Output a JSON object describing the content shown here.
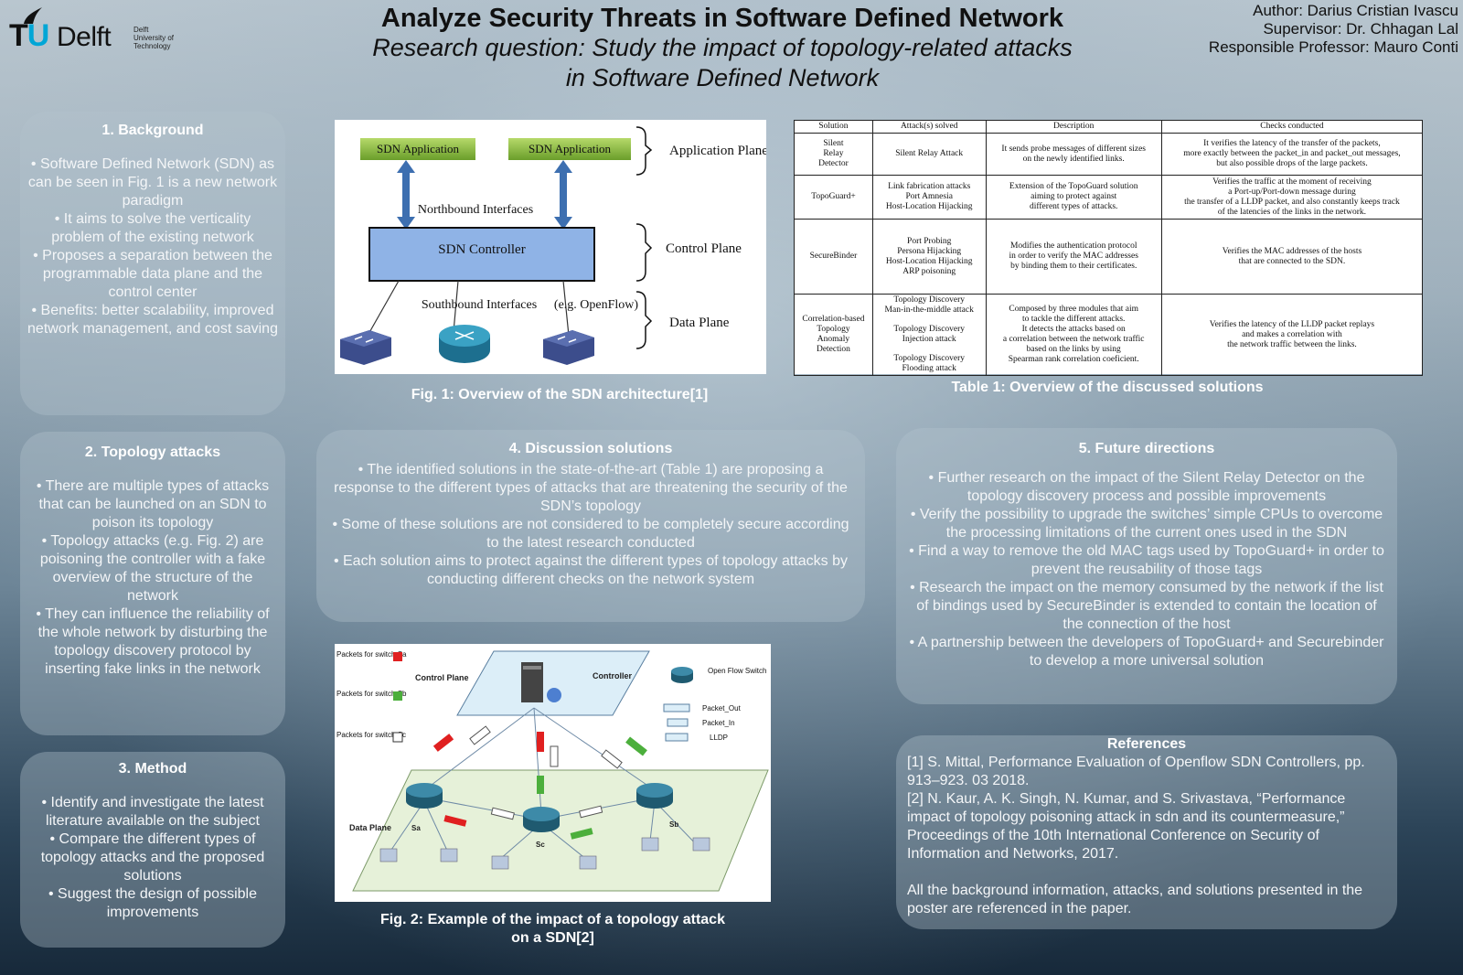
{
  "logo": {
    "main_t": "T",
    "main_u": "U",
    "main_delft": "Delft",
    "sub": [
      "Delft",
      "University of",
      "Technology"
    ]
  },
  "title": "Analyze Security Threats in Software Defined Network",
  "subtitle_line1": "Research question: Study the impact of topology-related attacks",
  "subtitle_line2": "in Software Defined Network",
  "authors": {
    "author": "Author: Darius Cristian Ivascu",
    "supervisor": "Supervisor: Dr. Chhagan Lal",
    "professor": "Responsible Professor: Mauro Conti"
  },
  "background": {
    "heading": "1. Background",
    "items": [
      "Software Defined Network (SDN) as can be seen in  Fig. 1 is a new network paradigm",
      "It aims to solve the verticality problem of the existing network",
      "Proposes a separation between the programmable data plane and the control center",
      "Benefits: better scalability, improved network management, and cost saving"
    ]
  },
  "topology": {
    "heading": "2. Topology attacks",
    "items": [
      "There are multiple types of attacks that can be launched on an SDN to poison its topology",
      "Topology attacks (e.g. Fig. 2) are poisoning the controller with a fake overview of the structure of the network",
      "They can influence the reliability of the whole network by disturbing the topology discovery protocol by inserting fake links in the network"
    ]
  },
  "method": {
    "heading": "3. Method",
    "items": [
      "Identify and investigate the latest literature available on the subject",
      "Compare the different types of topology attacks and the proposed solutions",
      "Suggest the design of possible improvements"
    ]
  },
  "discussion": {
    "heading": "4. Discussion solutions",
    "items": [
      "The identified solutions in the state-of-the-art (Table 1) are proposing a response to the different types of attacks that are threatening the security of the SDN’s topology",
      "Some of these solutions are not considered to be completely secure according to the latest research conducted",
      "Each solution aims to protect against the different types of topology attacks by conducting different checks on the network system"
    ]
  },
  "future": {
    "heading": "5. Future directions",
    "items": [
      "Further research on the impact of the Silent Relay Detector on the topology discovery process and possible improvements",
      "Verify the possibility to upgrade the switches’ simple CPUs to overcome the processing limitations of the current ones used in the SDN",
      "Find a way to remove the old MAC tags used by TopoGuard+ in order to prevent the reusability of those tags",
      "Research the impact on the memory consumed by the network if the list of bindings used by SecureBinder is extended to contain the location of the connection of the host",
      "A partnership between the developers of TopoGuard+ and Securebinder to develop a more universal solution"
    ]
  },
  "references": {
    "heading": "References",
    "ref1": "[1] S. Mittal, Performance Evaluation of Openflow SDN Controllers, pp. 913–923. 03 2018.",
    "ref2": "[2] N. Kaur, A. K. Singh, N. Kumar, and S. Srivastava, “Performance impact of topology poisoning attack in sdn and its countermeasure,” Proceedings of the 10th International Conference on Security of Information and Networks, 2017.",
    "note": "All the background information, attacks, and solutions presented in the poster are referenced in the paper."
  },
  "fig1": {
    "caption": "Fig. 1: Overview of the SDN architecture[1]",
    "app1": "SDN Application",
    "app2": "SDN Application",
    "app_plane": "Application Plane",
    "northbound": "Northbound Interfaces",
    "controller": "SDN Controller",
    "control_plane": "Control Plane",
    "southbound": "Southbound Interfaces",
    "openflow": "(e.g. OpenFlow)",
    "data_plane": "Data Plane"
  },
  "fig2": {
    "caption_line1": "Fig. 2: Example of the impact of a topology attack",
    "caption_line2": "on a SDN[2]",
    "legend_sa": "Packets for switch Sa",
    "legend_sb": "Packets for switch Sb",
    "legend_sc": "Packets for switch Sc",
    "control_plane": "Control Plane",
    "controller": "Controller",
    "data_plane": "Data Plane",
    "openflow_switch": "Open Flow Switch",
    "packet_out": "Packet_Out",
    "packet_in": "Packet_In",
    "lldp": "LLDP",
    "sa": "Sa",
    "sb": "Sb",
    "sc": "Sc"
  },
  "table": {
    "caption": "Table 1: Overview of the discussed solutions",
    "headers": [
      "Solution",
      "Attack(s) solved",
      "Description",
      "Checks conducted"
    ],
    "rows": [
      {
        "solution": [
          "Silent",
          "Relay",
          "Detector"
        ],
        "attacks": [
          "Silent Relay Attack"
        ],
        "description": [
          "It sends probe messages of different sizes",
          "on the newly identified links."
        ],
        "checks": [
          "It verifies the latency of the transfer of the packets,",
          "more exactly between the packet_in and packet_out messages,",
          "but also possible drops of the large packets."
        ]
      },
      {
        "solution": [
          "TopoGuard+"
        ],
        "attacks": [
          "Link fabrication attacks",
          "Port Amnesia",
          "Host-Location Hijacking"
        ],
        "description": [
          "Extension of the TopoGuard solution",
          "aiming to protect against",
          "different types of attacks."
        ],
        "checks": [
          "Verifies the traffic at the moment of receiving",
          "a Port-up/Port-down message during",
          "the transfer of a LLDP packet, and also constantly keeps track",
          "of the latencies of the links in the network."
        ]
      },
      {
        "solution": [
          "SecureBinder"
        ],
        "attacks": [
          "Port Probing",
          "Persona Hijacking",
          "Host-Location Hijacking",
          "ARP poisoning"
        ],
        "description": [
          "Modifies the authentication protocol",
          "in order to verify the MAC addresses",
          "by binding them to their certificates."
        ],
        "checks": [
          "Verifies the MAC addresses of the hosts",
          "that are connected to the SDN."
        ]
      },
      {
        "solution": [
          "Correlation-based",
          "Topology",
          "Anomaly",
          "Detection"
        ],
        "attacks": [
          "Topology Discovery",
          "Man-in-the-middle attack",
          "",
          "Topology Discovery",
          "Injection attack",
          "",
          "Topology Discovery",
          "Flooding attack"
        ],
        "description": [
          "Composed by three modules that aim",
          "to tackle the different attacks.",
          "It detects the attacks based on",
          "a correlation between the network traffic",
          "based on the links by using",
          "Spearman rank correlation coeficient."
        ],
        "checks": [
          "Verifies the latency of the LLDP packet replays",
          "and makes a correlation with",
          "the network traffic between the links."
        ]
      }
    ]
  }
}
